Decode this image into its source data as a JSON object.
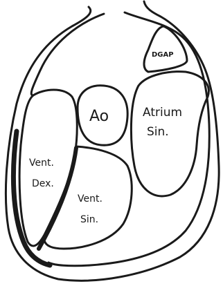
{
  "diagram": {
    "labels": {
      "dgap": "DGAP",
      "ao": "Ao",
      "atrium_line1": "Atrium",
      "atrium_line2": "Sin.",
      "vent_dex_line1": "Vent.",
      "vent_dex_line2": "Dex.",
      "vent_sin_line1": "Vent.",
      "vent_sin_line2": "Sin."
    },
    "colors": {
      "ink": "#1a1a1a",
      "background": "#ffffff"
    }
  }
}
